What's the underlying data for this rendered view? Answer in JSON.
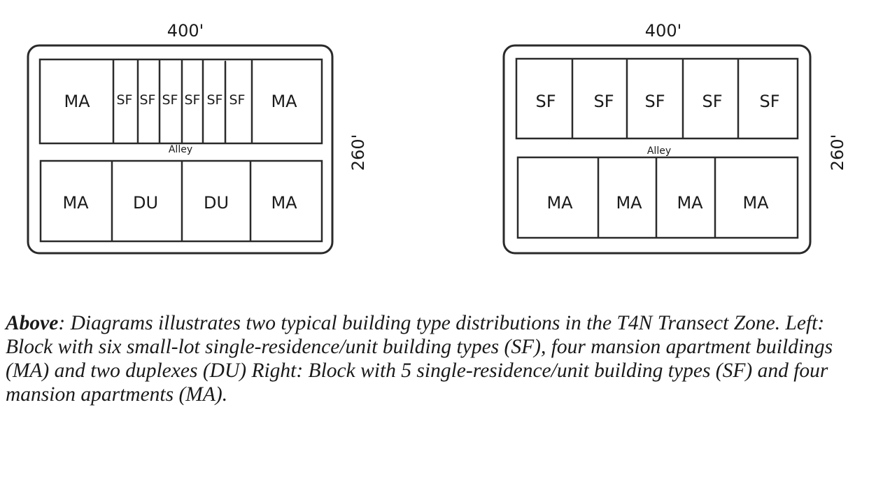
{
  "left_block": {
    "width_label": "400'",
    "height_label": "260'",
    "alley_label": "Alley",
    "top_lots": [
      "MA",
      "SF",
      "SF",
      "SF",
      "SF",
      "SF",
      "SF",
      "MA"
    ],
    "bottom_lots": [
      "MA",
      "DU",
      "DU",
      "MA"
    ]
  },
  "right_block": {
    "width_label": "400'",
    "height_label": "260'",
    "alley_label": "Alley",
    "top_lots": [
      "SF",
      "SF",
      "SF",
      "SF",
      "SF"
    ],
    "bottom_lots": [
      "MA",
      "MA",
      "MA",
      "MA"
    ]
  },
  "caption": {
    "lead": "Above",
    "text": ": Diagrams illustrates two typical building type distributions in the T4N Transect Zone. Left: Block with six small-lot single-residence/unit building types (SF), four mansion apartment buildings (MA) and two duplexes (DU) Right: Block with 5 single-residence/unit building types (SF) and four mansion apartments (MA)."
  }
}
